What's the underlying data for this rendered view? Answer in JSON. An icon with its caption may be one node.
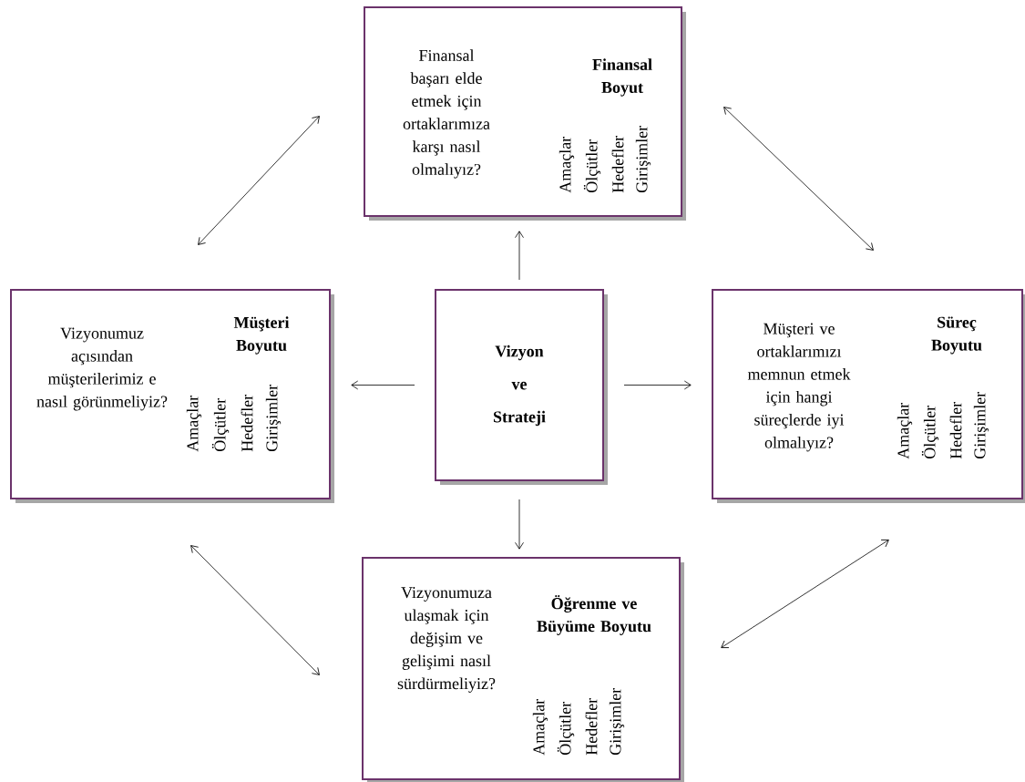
{
  "diagram": {
    "nodes": [
      {
        "text": [
          "Finansal başarı elde etmek için ortaklarımıza karşı nasıl olmalıyız?",
          "Finansal Boyut",
          "Amaçlar",
          "Ölçütler",
          "Hedefler",
          "Girişimler"
        ]
      },
      {
        "text": [
          "Vizyonumuz açısından müşterilerimiz e nasıl görünmeliyiz?",
          "Müşteri Boyutu",
          "Amaçlar",
          "Ölçütler",
          "Hedefler",
          "Girişimler"
        ]
      },
      {
        "text": [
          "Vizyon ve Strateji"
        ]
      },
      {
        "text": [
          "Müşteri ve ortaklarımızı memnun etmek için hangi süreçlerde iyi olmalıyız?",
          "Süreç Boyutu",
          "Amaçlar",
          "Ölçütler",
          "Hedefler",
          "Girişimler"
        ]
      },
      {
        "text": [
          "Vizyonumuza ulaşmak için değişim ve gelişimi nasıl sürdürmeliyiz?",
          "Öğrenme ve Büyüme Boyutu",
          "Amaçlar",
          "Ölçütler",
          "Hedefler",
          "Girişimler"
        ]
      }
    ],
    "edges": [
      {
        "from": 2,
        "to": 0,
        "arrow": "to"
      },
      {
        "from": 2,
        "to": 1,
        "arrow": "to"
      },
      {
        "from": 2,
        "to": 3,
        "arrow": "to"
      },
      {
        "from": 2,
        "to": 4,
        "arrow": "to"
      },
      {
        "from": 0,
        "to": 1,
        "arrow": "both"
      },
      {
        "from": 0,
        "to": 3,
        "arrow": "both"
      },
      {
        "from": 1,
        "to": 4,
        "arrow": "both"
      },
      {
        "from": 3,
        "to": 4,
        "arrow": "both"
      }
    ]
  }
}
